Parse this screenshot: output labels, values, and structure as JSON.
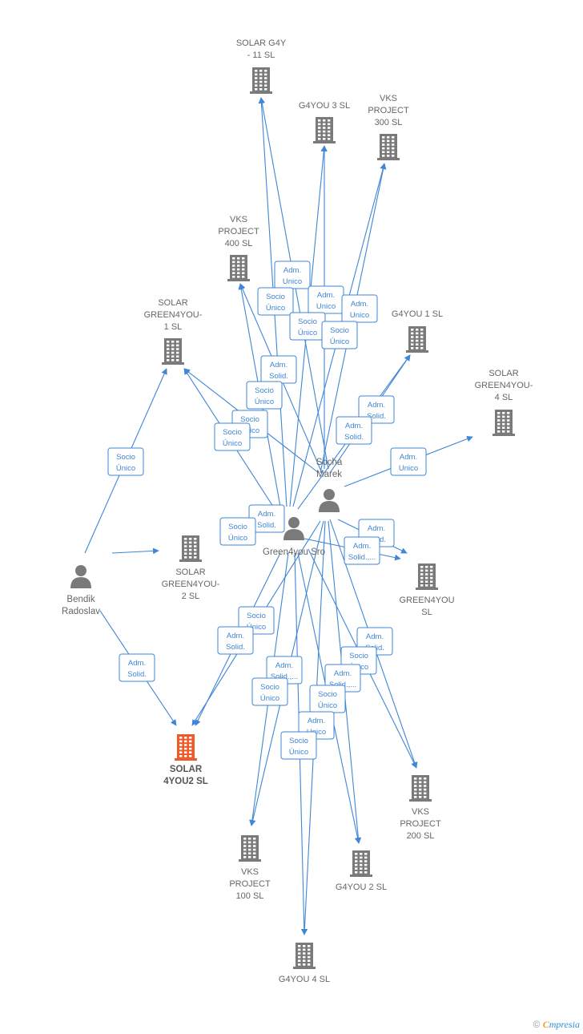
{
  "nodes": [
    {
      "id": "solar_g4y_11",
      "type": "company",
      "lines": [
        "SOLAR G4Y",
        "-  11  SL"
      ]
    },
    {
      "id": "g4you3",
      "type": "company",
      "lines": [
        "G4YOU 3  SL"
      ]
    },
    {
      "id": "vks300",
      "type": "company",
      "lines": [
        "VKS",
        "PROJECT",
        "300  SL"
      ]
    },
    {
      "id": "vks400",
      "type": "company",
      "lines": [
        "VKS",
        "PROJECT",
        "400  SL"
      ]
    },
    {
      "id": "sg1",
      "type": "company",
      "lines": [
        "SOLAR",
        "GREEN4YOU-",
        "1  SL"
      ]
    },
    {
      "id": "g4you1",
      "type": "company",
      "lines": [
        "G4YOU 1  SL"
      ]
    },
    {
      "id": "sg4",
      "type": "company",
      "lines": [
        "SOLAR",
        "GREEN4YOU-",
        "4  SL"
      ]
    },
    {
      "id": "sg2",
      "type": "company",
      "lines": [
        "SOLAR",
        "GREEN4YOU-",
        "2  SL"
      ]
    },
    {
      "id": "green4you",
      "type": "company",
      "lines": [
        "GREEN4YOU",
        "SL"
      ]
    },
    {
      "id": "solar4you2",
      "type": "company",
      "focus": true,
      "lines": [
        "SOLAR",
        "4YOU2  SL"
      ]
    },
    {
      "id": "vks200",
      "type": "company",
      "lines": [
        "VKS",
        "PROJECT",
        "200  SL"
      ]
    },
    {
      "id": "vks100",
      "type": "company",
      "lines": [
        "VKS",
        "PROJECT",
        "100  SL"
      ]
    },
    {
      "id": "g4you2",
      "type": "company",
      "lines": [
        "G4YOU 2  SL"
      ]
    },
    {
      "id": "g4you4",
      "type": "company",
      "lines": [
        "G4YOU 4  SL"
      ]
    },
    {
      "id": "socha",
      "type": "person",
      "lines": [
        "Socha",
        "Marek"
      ]
    },
    {
      "id": "green4yousro",
      "type": "person",
      "lines": [
        "Green4you Sro"
      ]
    },
    {
      "id": "bendik",
      "type": "person",
      "lines": [
        "Bendik",
        "Radoslav"
      ]
    }
  ],
  "edge_labels": [
    [
      "Adm.",
      "Unico"
    ],
    [
      "Socio",
      "Único"
    ],
    [
      "Adm.",
      "Unico"
    ],
    [
      "Adm.",
      "Unico"
    ],
    [
      "Socio",
      "Único"
    ],
    [
      "Socio",
      "Único"
    ],
    [
      "Adm.",
      "Solid."
    ],
    [
      "Socio",
      "Único"
    ],
    [
      "Adm.",
      "Solid."
    ],
    [
      "Socio",
      "Único"
    ],
    [
      "Adm.",
      "Solid."
    ],
    [
      "Socio",
      "Único"
    ],
    [
      "Adm.",
      "Unico"
    ],
    [
      "Adm.",
      "Solid."
    ],
    [
      "Adm.",
      "Solid."
    ],
    [
      "Socio",
      "Único"
    ],
    [
      "Adm.",
      "Solid.,..."
    ],
    [
      "Socio",
      "Único"
    ],
    [
      "Adm.",
      "Solid."
    ],
    [
      "Adm.",
      "Solid."
    ],
    [
      "Socio",
      "Único"
    ],
    [
      "Adm.",
      "Solid.,..."
    ],
    [
      "Adm.",
      "Solid.,..."
    ],
    [
      "Socio",
      "Único"
    ],
    [
      "Adm.",
      "Solid."
    ],
    [
      "Socio",
      "Único"
    ],
    [
      "Socio",
      "Único"
    ],
    [
      "Adm.",
      "Unico"
    ],
    [
      "Socio",
      "Único"
    ]
  ],
  "colors": {
    "edge": "#3f86d6",
    "building": "#7a7a7a",
    "focus_building": "#f05a28",
    "person": "#7a7a7a"
  },
  "footer": {
    "copyright": "©",
    "brand_first": "C",
    "brand_rest": "mpresia"
  }
}
